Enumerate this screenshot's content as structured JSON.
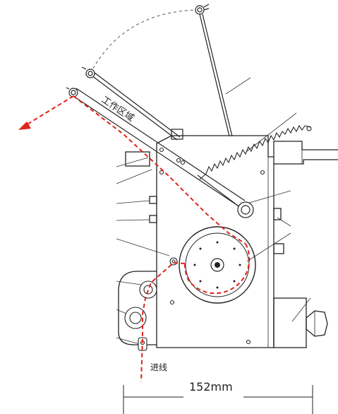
{
  "labels": {
    "work_zone": "工作区域",
    "feed_in": "进线",
    "dimension": "152mm"
  },
  "colors": {
    "line": "#222222",
    "guide_red": "#e0241b",
    "dashed_arc": "#555555"
  }
}
